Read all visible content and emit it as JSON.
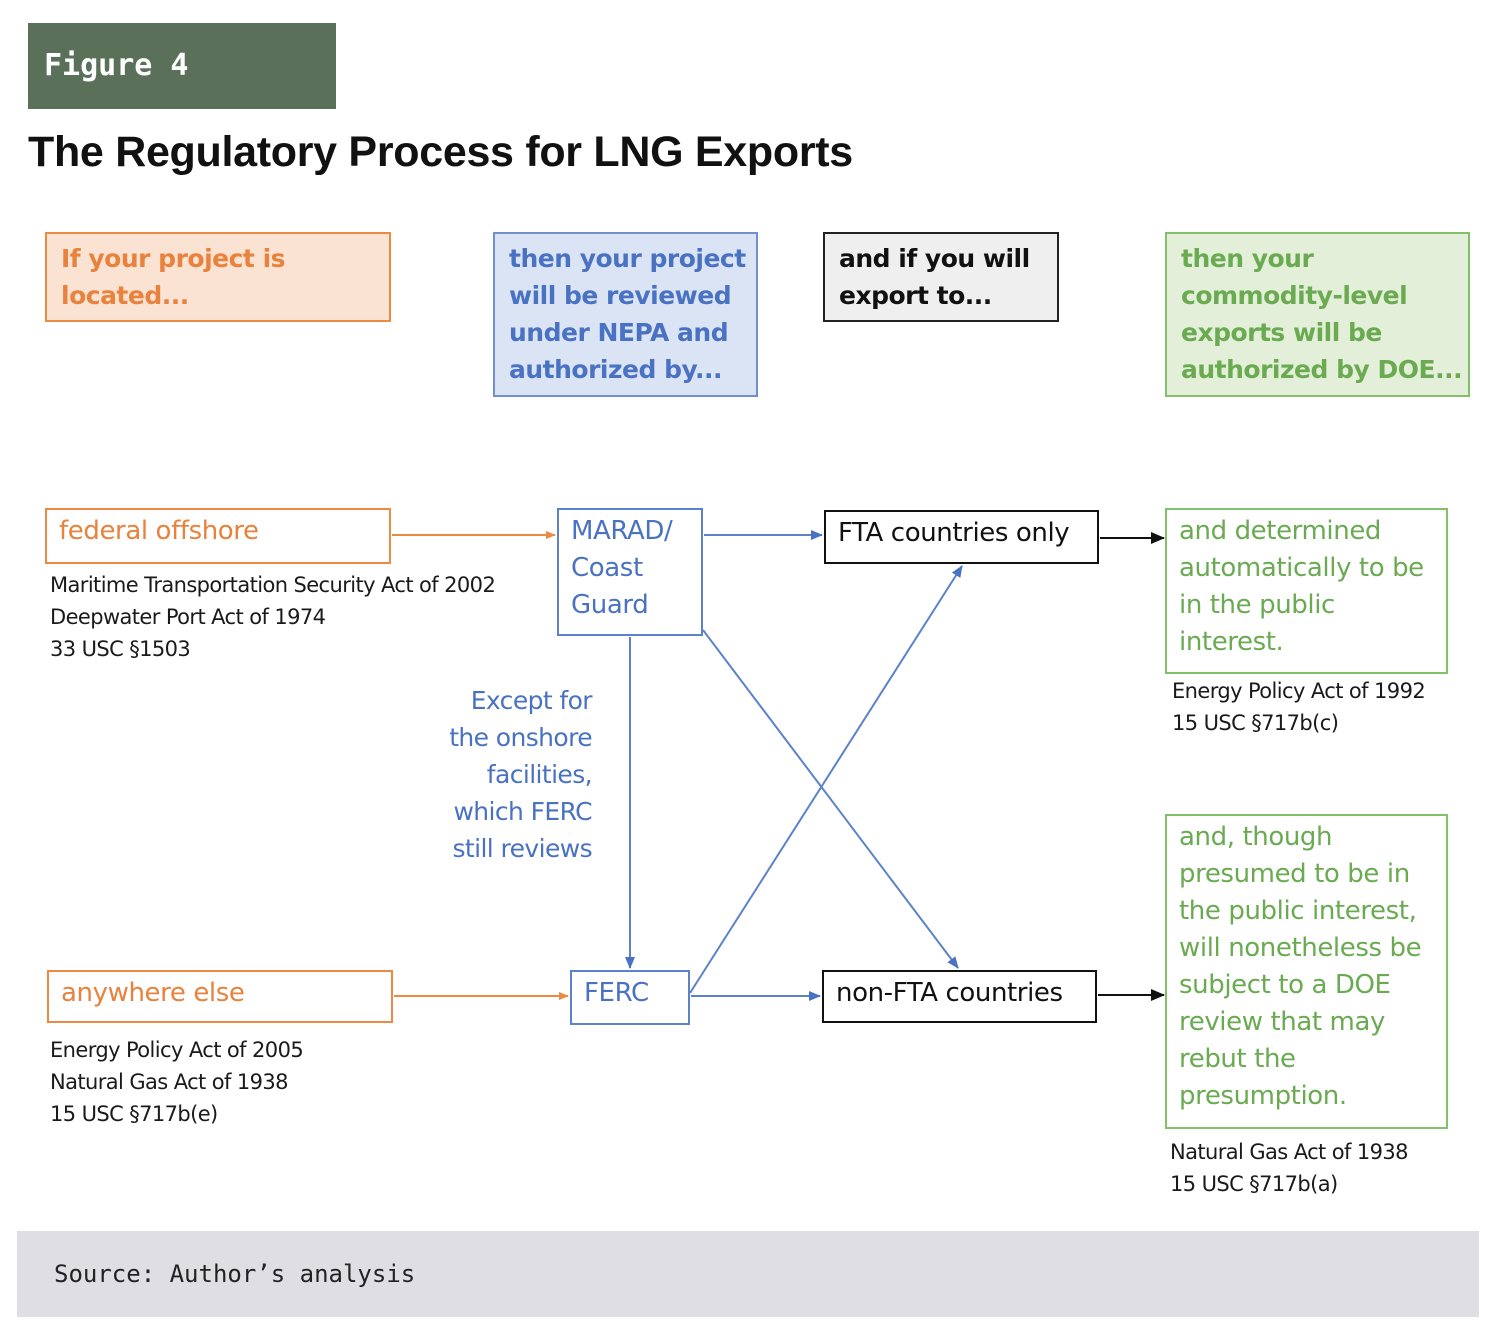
{
  "figure": {
    "label": "Figure 4",
    "title": "The Regulatory Process for LNG Exports",
    "source": "Source: Author’s analysis"
  },
  "colors": {
    "label_bg": "#5a7059",
    "orange": "#e8823c",
    "blue": "#4a72c2",
    "green": "#6aab52",
    "black": "#111111",
    "source_bg": "#dfdee3"
  },
  "headers": {
    "location": [
      "If your project is",
      "located..."
    ],
    "authority": [
      "then your project",
      "will be reviewed",
      "under NEPA and",
      "authorized by..."
    ],
    "destination": [
      "and if you will",
      "export to..."
    ],
    "doe": [
      "then your",
      "commodity-level",
      "exports will be",
      "authorized by DOE..."
    ]
  },
  "nodes": {
    "offshore": {
      "label": "federal offshore",
      "citations": [
        "Maritime Transportation Security Act of 2002",
        "Deepwater Port Act of 1974",
        "33 USC §1503"
      ]
    },
    "anywhere_else": {
      "label": "anywhere else",
      "citations": [
        "Energy Policy Act of 2005",
        "Natural Gas Act of 1938",
        "15 USC §717b(e)"
      ]
    },
    "marad": {
      "lines": [
        "MARAD/",
        "Coast",
        "Guard"
      ]
    },
    "ferc": {
      "label": "FERC"
    },
    "fta": {
      "label": "FTA countries only"
    },
    "non_fta": {
      "label": "non-FTA countries"
    },
    "public_interest": {
      "lines": [
        "and determined",
        "automatically to be",
        "in the public",
        "interest."
      ],
      "citations": [
        "Energy Policy Act of 1992",
        "15 USC §717b(c)"
      ]
    },
    "rebuttable": {
      "lines": [
        "and, though",
        "presumed to be in",
        "the public interest,",
        "will nonetheless be",
        "subject to a DOE",
        "review that may",
        "rebut the",
        "presumption."
      ],
      "citations": [
        "Natural Gas Act of 1938",
        "15 USC §717b(a)"
      ]
    }
  },
  "exception_note": [
    "Except for",
    "the onshore",
    "facilities,",
    "which FERC",
    "still reviews"
  ],
  "edges": [
    {
      "from": "offshore",
      "to": "marad",
      "color": "orange"
    },
    {
      "from": "anywhere_else",
      "to": "ferc",
      "color": "orange"
    },
    {
      "from": "marad",
      "to": "fta",
      "color": "blue"
    },
    {
      "from": "marad",
      "to": "non_fta",
      "color": "blue"
    },
    {
      "from": "marad",
      "to": "ferc",
      "color": "blue",
      "note": "exception_note"
    },
    {
      "from": "ferc",
      "to": "fta",
      "color": "blue"
    },
    {
      "from": "ferc",
      "to": "non_fta",
      "color": "blue"
    },
    {
      "from": "fta",
      "to": "public_interest",
      "color": "black"
    },
    {
      "from": "non_fta",
      "to": "rebuttable",
      "color": "black"
    }
  ]
}
